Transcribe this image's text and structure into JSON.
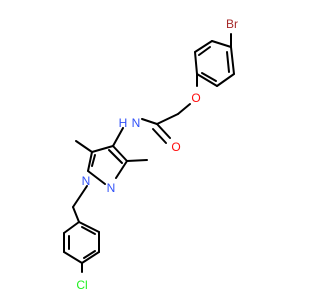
{
  "molecule": {
    "atoms": {
      "br": "Br",
      "o_ether": "O",
      "o_carbonyl": "O",
      "n_amide": "N",
      "h_amide": "H",
      "n1": "N",
      "n2": "N",
      "cl": "Cl"
    },
    "colors": {
      "bond": "#000000",
      "br": "#a62929",
      "o": "#ff0d0d",
      "n": "#3050f8",
      "cl": "#1ff01f",
      "background": "#ffffff"
    }
  }
}
